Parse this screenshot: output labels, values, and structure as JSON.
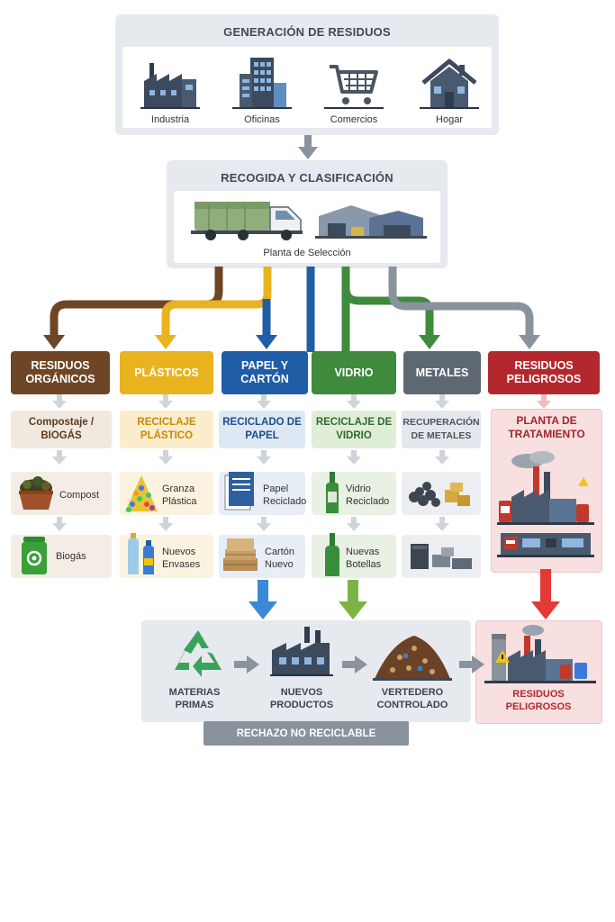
{
  "generation": {
    "title": "GENERACIÓN DE RESIDUOS",
    "sources": [
      {
        "label": "Industria",
        "icon": "factory-icon"
      },
      {
        "label": "Oficinas",
        "icon": "office-building-icon"
      },
      {
        "label": "Comercios",
        "icon": "shopping-cart-icon"
      },
      {
        "label": "Hogar",
        "icon": "house-icon"
      }
    ]
  },
  "collection": {
    "title": "RECOGIDA Y CLASIFICACIÓN",
    "plant_label": "Planta de Selección"
  },
  "categories": [
    {
      "label": "RESIDUOS ORGÁNICOS",
      "color": "#6e4626",
      "process": "Compostaje / BIOGÁS",
      "process_bg": "#f1e9df",
      "process_color": "#5a3b22",
      "products": [
        "Compost",
        "Biogás"
      ],
      "product_bg": "#f3ede6"
    },
    {
      "label": "PLÁSTICOS",
      "color": "#e9b21f",
      "process": "RECICLAJE PLÁSTICO",
      "process_bg": "#fbeccb",
      "process_color": "#c48a0c",
      "products": [
        "Granza Plástica",
        "Nuevos Envases"
      ],
      "product_bg": "#fbf3df"
    },
    {
      "label": "PAPEL Y CARTÓN",
      "color": "#1f5ea6",
      "process": "RECICLADO DE PAPEL",
      "process_bg": "#dde8f4",
      "process_color": "#1f4d86",
      "products": [
        "Papel Reciclado",
        "Cartón Nuevo"
      ],
      "product_bg": "#e7eef6"
    },
    {
      "label": "VIDRIO",
      "color": "#3f8a3c",
      "process": "RECICLAJE DE VIDRIO",
      "process_bg": "#e0edd9",
      "process_color": "#2f6b2e",
      "products": [
        "Vidrio Reciclado",
        "Nuevas Botellas"
      ],
      "product_bg": "#e8f1e3"
    },
    {
      "label": "METALES",
      "color": "#5e6873",
      "process": "RECUPERACIÓN DE METALES",
      "process_bg": "#e4e7eb",
      "process_color": "#4a5560",
      "products": [],
      "product_bg": "#eceef1"
    },
    {
      "label": "RESIDUOS PELIGROSOS",
      "color": "#b3282d",
      "process": "PLANTA DE TRATAMIENTO",
      "process_bg": "#f8dfe0",
      "process_color": "#a3262b",
      "products": [],
      "product_bg": "#f8dfe0"
    }
  ],
  "destinations": [
    {
      "label": "MATERIAS PRIMAS",
      "icon": "recycle-icon"
    },
    {
      "label": "NUEVOS PRODUCTOS",
      "icon": "factory-icon"
    },
    {
      "label": "VERTEDERO CONTROLADO",
      "icon": "landfill-icon"
    },
    {
      "label": "RESIDUOS PELIGROSOS",
      "icon": "hazard-plant-icon"
    }
  ],
  "rejection_label": "RECHAZO NO RECICLABLE"
}
